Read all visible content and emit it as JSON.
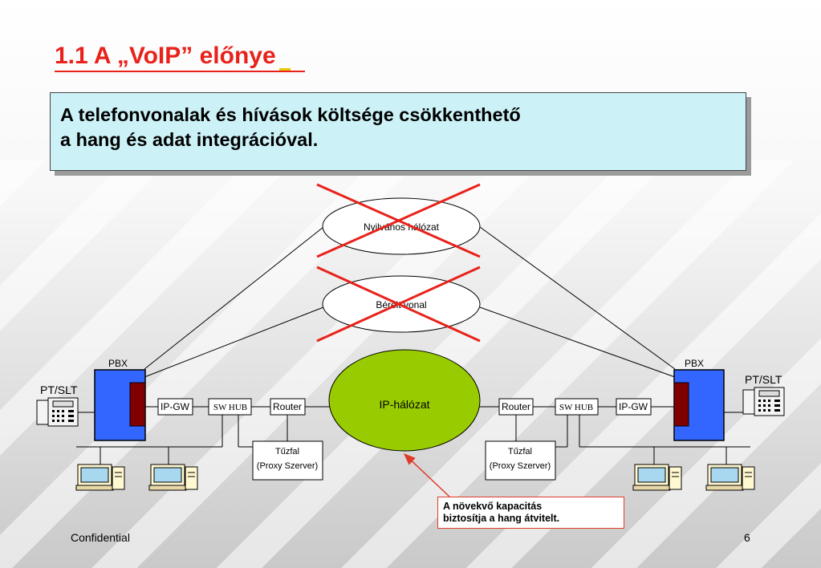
{
  "title": "1.1 A „VoIP” előnye",
  "headline": {
    "line1": "A telefonvonalak és hívások költsége csökkenthető",
    "line2": "a hang és adat integrációval."
  },
  "diagram": {
    "public_network": "Nyilvános hálózat",
    "leased_line": "Bérelt vonal",
    "ip_network": "IP-hálózat",
    "left": {
      "pbx": "PBX",
      "phone": "PT/SLT",
      "ipgw": "IP-GW",
      "hub": "SW HUB",
      "router": "Router",
      "firewall_line1": "Tűzfal",
      "firewall_line2": "(Proxy Szerver)"
    },
    "right": {
      "pbx": "PBX",
      "phone": "PT/SLT",
      "ipgw": "IP-GW",
      "hub": "SW HUB",
      "router": "Router",
      "firewall_line1": "Tűzfal",
      "firewall_line2": "(Proxy Szerver)"
    },
    "note_line1": "A növekvő kapacitás",
    "note_line2": "biztosítja a hang átvitelt.",
    "colors": {
      "ip_cloud": "#99cc00",
      "pbx_blue": "#3366ff",
      "pbx_card": "#800000",
      "cross": "#e8221b"
    }
  },
  "footer": {
    "confidential": "Confidential",
    "page": "6"
  }
}
